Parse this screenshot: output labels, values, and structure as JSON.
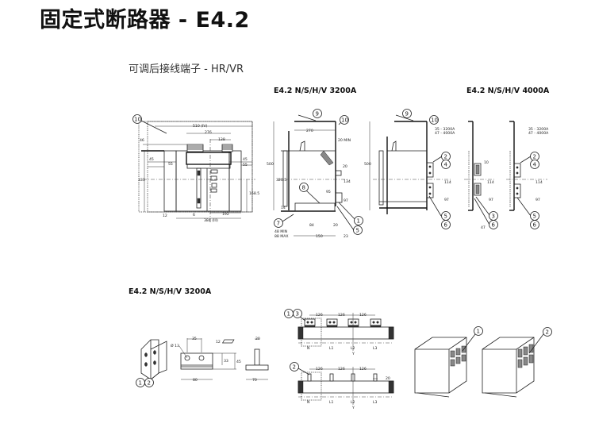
{
  "page": {
    "title": "固定式断路器 - E4.2",
    "subtitle": "可调后接线端子 - HR/VR"
  },
  "figures": {
    "side_3200_label": "E4.2 N/S/H/V 3200A",
    "side_4000_label": "E4.2 N/S/H/V 4000A",
    "bottom_label": "E4.2 N/S/H/V 3200A"
  },
  "front_view": {
    "callout": "10",
    "dims": {
      "overall_width": "510 (IV)",
      "width_276": "276",
      "offset_138": "138",
      "top_46": "46",
      "left_45": "45",
      "left_55": "55",
      "right_45": "45",
      "right_55": "55",
      "height_333": "333",
      "height_168": "168.5",
      "bottom_12": "12",
      "bottom_6": "6",
      "offset_192": "192",
      "width_384": "384 (III)"
    }
  },
  "side_view_3200": {
    "callouts": [
      "9",
      "10",
      "8",
      "7",
      "1",
      "5"
    ],
    "dims": {
      "depth_270": "270",
      "min_20": "20 MIN",
      "h_500": "500",
      "h_320": "320.5",
      "d_20": "20",
      "d_134": "134",
      "d_95": "95",
      "d_97": "97",
      "d_14": "14",
      "d_84": "84",
      "d_20b": "20",
      "min_48": "48 MIN",
      "max_88": "88 MAX",
      "d_150": "150",
      "d_23": "23"
    }
  },
  "side_view_3200_vr": {
    "callouts": [
      "9",
      "10",
      "2",
      "4",
      "5",
      "6"
    ],
    "dims": {
      "h_500": "500",
      "note_35": "35 - 3200A",
      "note_47": "47 - 4000A",
      "d_114": "114",
      "d_97": "97"
    }
  },
  "side_view_4000": {
    "callouts_left": [
      "3",
      "6"
    ],
    "callouts_right": [
      "2",
      "4",
      "5",
      "6"
    ],
    "dims": {
      "d_10": "10",
      "d_114a": "114",
      "d_97a": "97",
      "d_47": "47",
      "note_35": "35 - 3200A",
      "note_47": "47 - 4000A",
      "d_114b": "114",
      "d_97b": "97"
    }
  },
  "terminal_detail": {
    "callouts": [
      "1",
      "2"
    ],
    "dims": {
      "d_35": "35",
      "hole": "Ø 13",
      "d_12": "12",
      "d_33": "33",
      "d_45": "45",
      "d_80": "80",
      "d_20": "20",
      "d_70": "70"
    }
  },
  "busbar_layout": {
    "top_callouts": [
      "1",
      "3"
    ],
    "bottom_callout": "2",
    "spacing": [
      "126",
      "126",
      "126"
    ],
    "poles": [
      "N",
      "L1",
      "L2",
      "L3"
    ],
    "axis": "Y",
    "dim_20": "20"
  },
  "iso_views": {
    "callouts": [
      "1",
      "2"
    ]
  }
}
